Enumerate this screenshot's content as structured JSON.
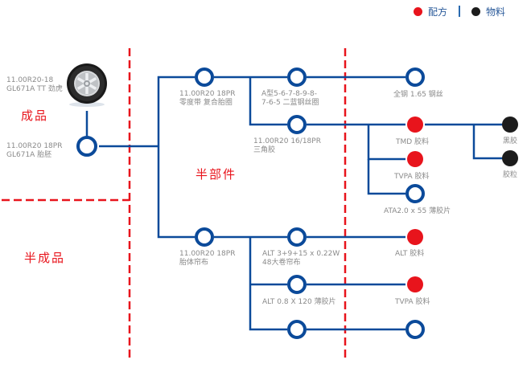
{
  "legend": {
    "items": [
      {
        "label": "配方",
        "color": "#e8141c"
      },
      {
        "label": "物料",
        "color": "#1c1c1c"
      }
    ]
  },
  "colors": {
    "line": "#0b4a9a",
    "divider": "#e8141c",
    "recipe": "#e8141c",
    "material": "#1c1c1c"
  },
  "sections": {
    "finished": "成品",
    "semi_finished": "半成品",
    "components": "半部件"
  },
  "nodes": {
    "tire": {
      "line1": "11.00R20-18",
      "line2": "GL671A TT 劲虎",
      "icon": "tire-icon"
    },
    "green_tire": {
      "line1": "11.00R20 18PR",
      "line2": "GL671A 胎胚"
    },
    "bead_comp": {
      "line1": "11.00R20 18PR",
      "line2": "零度带 复合胎圈"
    },
    "bead_wire": {
      "line1": "A型5-6-7-8-9-8-",
      "line2": "7-6-5 二蓝钢丝圈"
    },
    "steel_wire": {
      "line1": "全钢 1.65 钢丝"
    },
    "apex": {
      "line1": "11.00R20 16/18PR",
      "line2": "三角胶"
    },
    "tmd": {
      "line1": "TMD 胶料"
    },
    "tvpa1": {
      "line1": "TVPA 胶料"
    },
    "ata": {
      "line1": "ATA2.0 x 55 薄胶片"
    },
    "black_rubber": {
      "line1": "黑胶"
    },
    "rubber_pellet": {
      "line1": "胶粒"
    },
    "body_ply": {
      "line1": "11.00R20 18PR",
      "line2": "胎体帘布"
    },
    "alt_cord": {
      "line1": "ALT 3+9+15 x 0.22W",
      "line2": "48大卷帘布"
    },
    "alt_rubber": {
      "line1": "ALT 胶料"
    },
    "alt_sheet": {
      "line1": "ALT 0.8 X 120 薄胶片"
    },
    "tvpa2": {
      "line1": "TVPA 胶料"
    }
  }
}
